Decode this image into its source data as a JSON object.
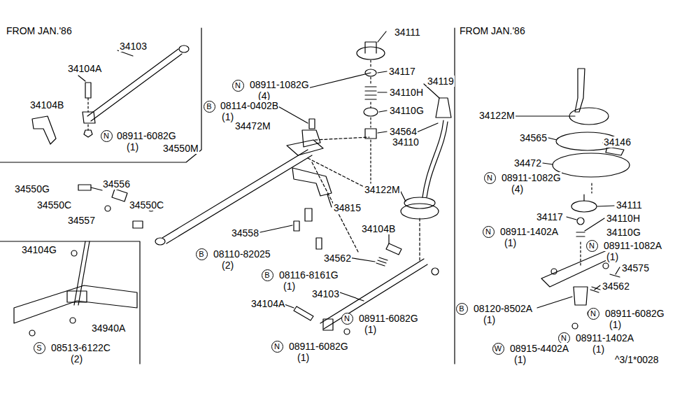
{
  "diagram": {
    "nodes": [
      {
        "text": [
          "N"
        ]
      },
      {
        "text": [
          "N"
        ]
      },
      {
        "text": [
          "B"
        ]
      },
      {
        "text": [
          "B"
        ]
      },
      {
        "text": [
          "B"
        ]
      },
      {
        "text": [
          "N"
        ]
      },
      {
        "text": [
          "N"
        ]
      },
      {
        "text": [
          "S"
        ]
      },
      {
        "text": [
          "N"
        ]
      },
      {
        "text": [
          "N"
        ]
      },
      {
        "text": [
          "N"
        ]
      },
      {
        "text": [
          "B"
        ]
      },
      {
        "text": [
          "N"
        ]
      },
      {
        "text": [
          "N"
        ]
      },
      {
        "text": [
          "W"
        ]
      }
    ],
    "labels": [
      "FROM JAN.'86",
      "34103",
      "34104A",
      "34104B",
      "08911-6082G",
      "(1)",
      "34111",
      "34117",
      "08911-1082G",
      "(4)",
      "34119",
      "34110H",
      "08114-0402B",
      "(1)",
      "34110G",
      "34472M",
      "34564",
      "34110",
      "34550M",
      "34550G",
      "34556",
      "34550C",
      "34550C",
      "34557",
      "34122M",
      "34815",
      "34558",
      "34104B",
      "08110-82025",
      "(2)",
      "34562",
      "08116-8161G",
      "(1)",
      "34103",
      "34104A",
      "08911-6082G",
      "(1)",
      "08911-6082G",
      "(1)",
      "34104G",
      "34940A",
      "08513-6122C",
      "(2)",
      "FROM JAN.'86",
      "34122M",
      "34565",
      "34146",
      "34472",
      "08911-1082G",
      "(4)",
      "34111",
      "34117",
      "34110H",
      "08911-1402A",
      "(1)",
      "34110G",
      "08911-1082A",
      "(1)",
      "34575",
      "34562",
      "08120-8502A",
      "(1)",
      "08911-6082G",
      "(1)",
      "08911-1402A",
      "(1)",
      "08915-4402A",
      "(1)",
      "^3/1*0028"
    ]
  }
}
